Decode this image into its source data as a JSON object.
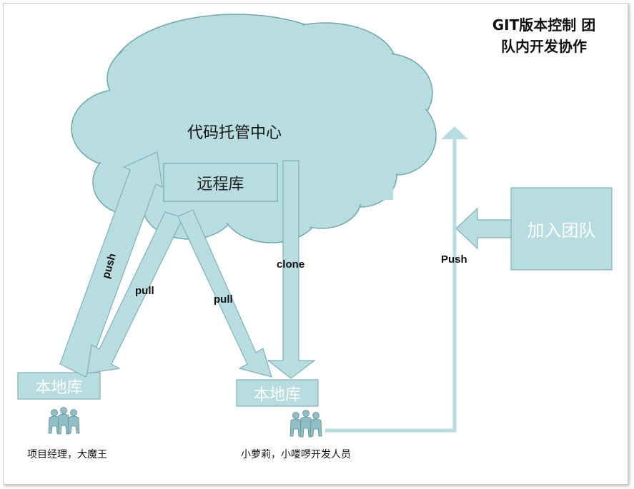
{
  "title": {
    "line1": "GIT版本控制 团",
    "line2": "队内开发协作"
  },
  "cloud": {
    "label": "代码托管中心"
  },
  "remote_repo": {
    "label": "远程库"
  },
  "local_repos": [
    {
      "label": "本地库"
    },
    {
      "label": "本地库"
    }
  ],
  "join_team": {
    "label": "加入团队"
  },
  "arrows": {
    "push": "push",
    "pull_left": "pull",
    "pull_right": "pull",
    "clone": "clone",
    "push_team": "Push"
  },
  "people": [
    {
      "label": "项目经理，大魔王"
    },
    {
      "label": "小萝莉，小喽啰开发人员"
    }
  ],
  "colors": {
    "fill": "#b8dde0",
    "stroke": "#7fb2b8",
    "cloud_outline": "#6fa8ae"
  }
}
